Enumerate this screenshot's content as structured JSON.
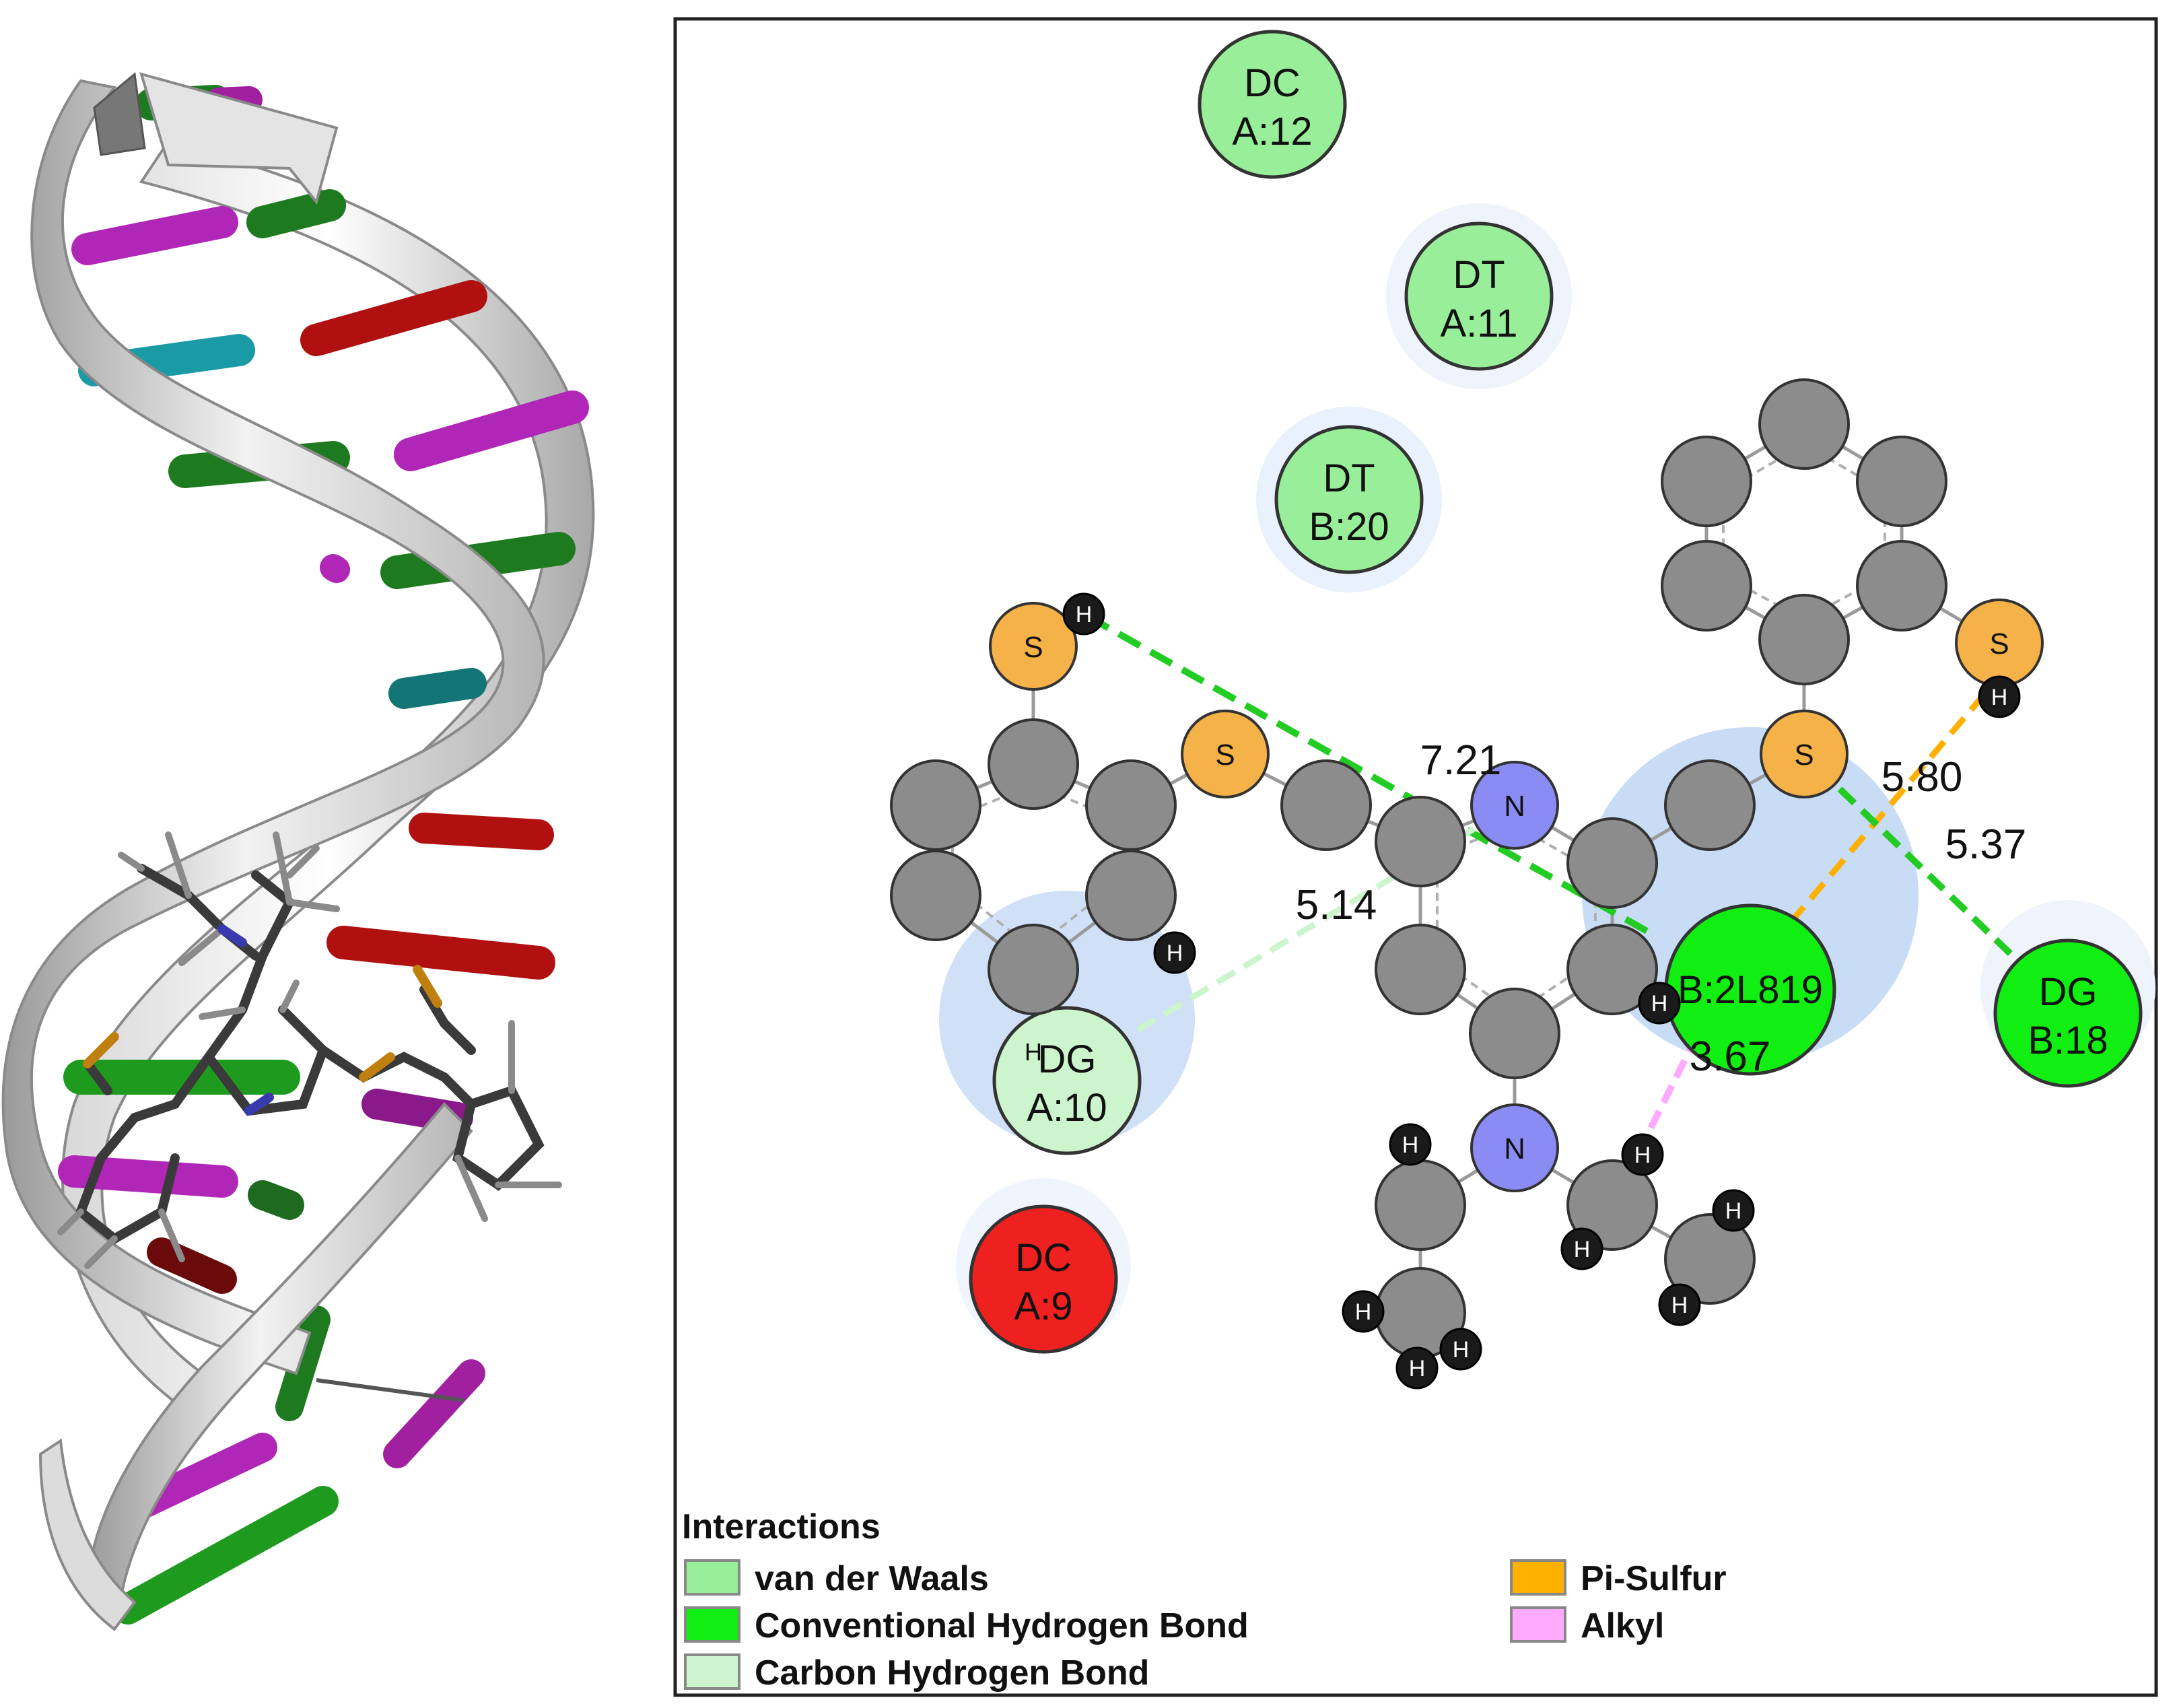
{
  "residues": [
    {
      "id": "res-dc-a12",
      "name": "DC",
      "chain": "A:12",
      "type": "vdw"
    },
    {
      "id": "res-dt-a11",
      "name": "DT",
      "chain": "A:11",
      "type": "vdw"
    },
    {
      "id": "res-dt-b20",
      "name": "DT",
      "chain": "B:20",
      "type": "vdw"
    },
    {
      "id": "res-dg-a10",
      "name": "DG",
      "chain": "A:10",
      "type": "carbon_hb",
      "prefix": "H"
    },
    {
      "id": "res-dc-a9",
      "name": "DC",
      "chain": "A:9",
      "type": "unfavorable"
    },
    {
      "id": "res-dg-b18",
      "name": "DG",
      "chain": "B:18",
      "type": "conv_hb"
    },
    {
      "id": "res-b-2l819",
      "name": "B:2L819",
      "chain": "",
      "type": "conv_hb"
    }
  ],
  "atom_labels": {
    "sulfur": "S",
    "nitrogen": "N",
    "hydrogen": "H"
  },
  "distances": [
    "7.21",
    "5.14",
    "5.80",
    "5.37",
    "3.67"
  ],
  "legend": {
    "title": "Interactions",
    "items": [
      {
        "label": "van der Waals",
        "color": "#99ee99"
      },
      {
        "label": "Conventional Hydrogen Bond",
        "color": "#11ee11"
      },
      {
        "label": "Carbon Hydrogen Bond",
        "color": "#cdf5cd"
      },
      {
        "label": "Pi-Sulfur",
        "color": "#ffb000"
      },
      {
        "label": "Alkyl",
        "color": "#ffaaff"
      }
    ]
  },
  "colors": {
    "vdw": "#99ee99",
    "conv_hb": "#11ee11",
    "carbon_hb": "#cdf5cd",
    "unfavorable": "#ee2020",
    "pi_sulfur": "#ffb000",
    "alkyl": "#ffaaff",
    "carbon_atom": "#8c8c8c",
    "sulfur_atom": "#f4b248",
    "nitrogen_atom": "#8a8cf4",
    "hydrogen_atom": "#1a1a1a",
    "ribbon": "#e6e6e6"
  }
}
